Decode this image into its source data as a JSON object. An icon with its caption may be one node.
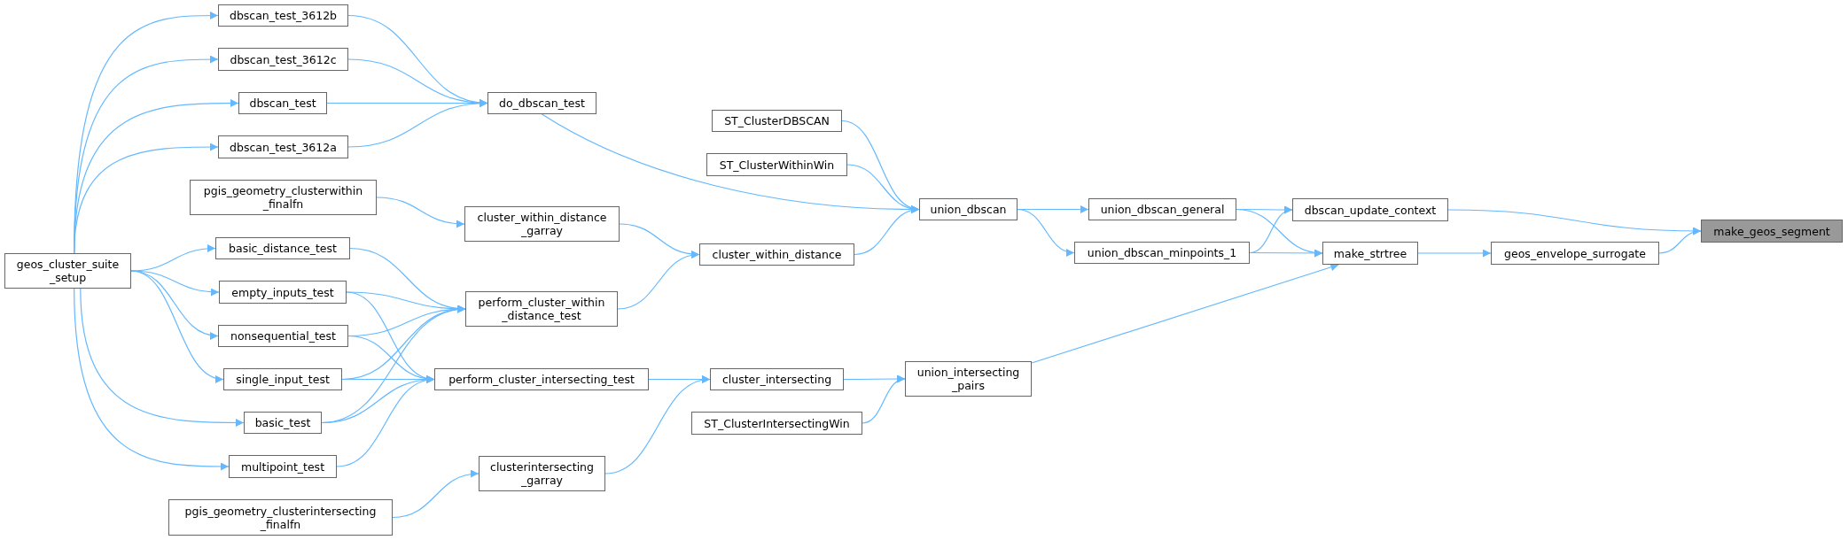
{
  "diagram": {
    "nodes": [
      {
        "text": [
          "geos_cluster_suite _setup"
        ]
      },
      {
        "text": [
          "dbscan_test_3612b"
        ]
      },
      {
        "text": [
          "dbscan_test_3612c"
        ]
      },
      {
        "text": [
          "dbscan_test"
        ]
      },
      {
        "text": [
          "dbscan_test_3612a"
        ]
      },
      {
        "text": [
          "pgis_geometry_clusterwithin _finalfn"
        ]
      },
      {
        "text": [
          "basic_distance_test"
        ]
      },
      {
        "text": [
          "empty_inputs_test"
        ]
      },
      {
        "text": [
          "nonsequential_test"
        ]
      },
      {
        "text": [
          "single_input_test"
        ]
      },
      {
        "text": [
          "basic_test"
        ]
      },
      {
        "text": [
          "multipoint_test"
        ]
      },
      {
        "text": [
          "pgis_geometry_clusterintersecting _finalfn"
        ]
      },
      {
        "text": [
          "do_dbscan_test"
        ]
      },
      {
        "text": [
          "cluster_within_distance _garray"
        ]
      },
      {
        "text": [
          "perform_cluster_within _distance_test"
        ]
      },
      {
        "text": [
          "perform_cluster_intersecting_test"
        ]
      },
      {
        "text": [
          "clusterintersecting _garray"
        ]
      },
      {
        "text": [
          "ST_ClusterDBSCAN"
        ]
      },
      {
        "text": [
          "ST_ClusterWithinWin"
        ]
      },
      {
        "text": [
          "union_dbscan"
        ]
      },
      {
        "text": [
          "cluster_within_distance"
        ]
      },
      {
        "text": [
          "cluster_intersecting"
        ]
      },
      {
        "text": [
          "ST_ClusterIntersectingWin"
        ]
      },
      {
        "text": [
          "union_intersecting _pairs"
        ]
      },
      {
        "text": [
          "union_dbscan_general"
        ]
      },
      {
        "text": [
          "union_dbscan_minpoints_1"
        ]
      },
      {
        "text": [
          "dbscan_update_context"
        ]
      },
      {
        "text": [
          "make_strtree"
        ]
      },
      {
        "text": [
          "geos_envelope_surrogate"
        ]
      },
      {
        "text": [
          "make_geos_segment"
        ]
      }
    ],
    "edges": [
      {
        "from": 0,
        "to": 1,
        "arrow": "to"
      },
      {
        "from": 0,
        "to": 2,
        "arrow": "to"
      },
      {
        "from": 0,
        "to": 3,
        "arrow": "to"
      },
      {
        "from": 0,
        "to": 4,
        "arrow": "to"
      },
      {
        "from": 0,
        "to": 6,
        "arrow": "to"
      },
      {
        "from": 0,
        "to": 7,
        "arrow": "to"
      },
      {
        "from": 0,
        "to": 8,
        "arrow": "to"
      },
      {
        "from": 0,
        "to": 9,
        "arrow": "to"
      },
      {
        "from": 0,
        "to": 10,
        "arrow": "to"
      },
      {
        "from": 0,
        "to": 11,
        "arrow": "to"
      },
      {
        "from": 1,
        "to": 13,
        "arrow": "to"
      },
      {
        "from": 2,
        "to": 13,
        "arrow": "to"
      },
      {
        "from": 3,
        "to": 13,
        "arrow": "to"
      },
      {
        "from": 4,
        "to": 13,
        "arrow": "to"
      },
      {
        "from": 5,
        "to": 14,
        "arrow": "to"
      },
      {
        "from": 6,
        "to": 15,
        "arrow": "to"
      },
      {
        "from": 7,
        "to": 15,
        "arrow": "to"
      },
      {
        "from": 7,
        "to": 16,
        "arrow": "to"
      },
      {
        "from": 8,
        "to": 15,
        "arrow": "to"
      },
      {
        "from": 8,
        "to": 16,
        "arrow": "to"
      },
      {
        "from": 9,
        "to": 15,
        "arrow": "to"
      },
      {
        "from": 9,
        "to": 16,
        "arrow": "to"
      },
      {
        "from": 10,
        "to": 15,
        "arrow": "to"
      },
      {
        "from": 10,
        "to": 16,
        "arrow": "to"
      },
      {
        "from": 11,
        "to": 16,
        "arrow": "to"
      },
      {
        "from": 12,
        "to": 17,
        "arrow": "to"
      },
      {
        "from": 13,
        "to": 20,
        "arrow": "to"
      },
      {
        "from": 14,
        "to": 21,
        "arrow": "to"
      },
      {
        "from": 15,
        "to": 21,
        "arrow": "to"
      },
      {
        "from": 16,
        "to": 22,
        "arrow": "to"
      },
      {
        "from": 17,
        "to": 22,
        "arrow": "to"
      },
      {
        "from": 18,
        "to": 20,
        "arrow": "to"
      },
      {
        "from": 19,
        "to": 20,
        "arrow": "to"
      },
      {
        "from": 21,
        "to": 20,
        "arrow": "to"
      },
      {
        "from": 22,
        "to": 24,
        "arrow": "to"
      },
      {
        "from": 23,
        "to": 24,
        "arrow": "to"
      },
      {
        "from": 20,
        "to": 25,
        "arrow": "to"
      },
      {
        "from": 20,
        "to": 26,
        "arrow": "to"
      },
      {
        "from": 25,
        "to": 27,
        "arrow": "to"
      },
      {
        "from": 25,
        "to": 28,
        "arrow": "to"
      },
      {
        "from": 26,
        "to": 27,
        "arrow": "to"
      },
      {
        "from": 26,
        "to": 28,
        "arrow": "to"
      },
      {
        "from": 24,
        "to": 28,
        "arrow": "to"
      },
      {
        "from": 27,
        "to": 30,
        "arrow": "to"
      },
      {
        "from": 28,
        "to": 29,
        "arrow": "to"
      },
      {
        "from": 29,
        "to": 30,
        "arrow": "to"
      }
    ]
  }
}
